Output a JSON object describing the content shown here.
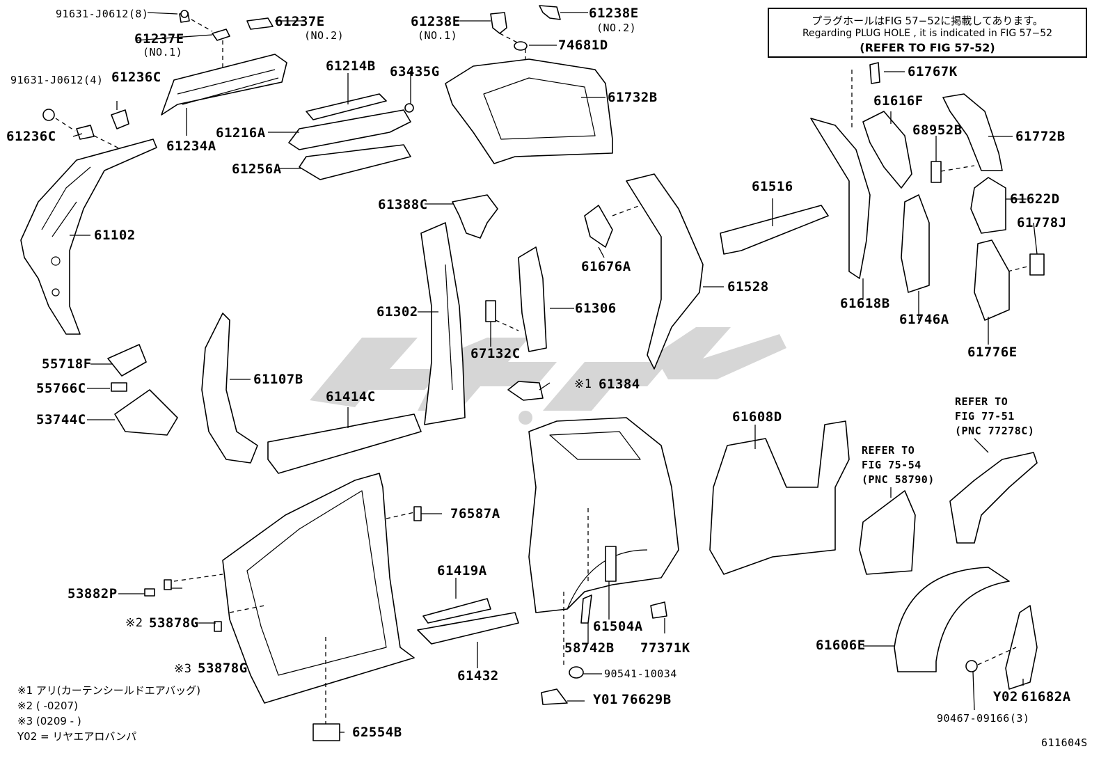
{
  "notice": {
    "line1": "プラグホールはFIG 57−52に掲載してあります。",
    "line2": "Regarding PLUG HOLE , it is indicated in FIG 57−52",
    "line3": "(REFER TO FIG 57-52)"
  },
  "labels": {
    "p91631_8": "91631-J0612(8)",
    "p61237E_a": "61237E",
    "p61237E_b": "61237E",
    "no2_a": "(NO.2)",
    "no1_a": "(NO.1)",
    "p61238E_a": "61238E",
    "p61238E_b": "61238E",
    "no1_b": "(NO.1)",
    "no2_b": "(NO.2)",
    "p74681D": "74681D",
    "p91631_4": "91631-J0612(4)",
    "p61236C_a": "61236C",
    "p61236C_b": "61236C",
    "p61214B": "61214B",
    "p63435G": "63435G",
    "p61732B": "61732B",
    "p61767K": "61767K",
    "p61616F": "61616F",
    "p68952B": "68952B",
    "p61772B": "61772B",
    "p61234A": "61234A",
    "p61216A": "61216A",
    "p61256A": "61256A",
    "p61102": "61102",
    "p61388C": "61388C",
    "p61516": "61516",
    "p61622D": "61622D",
    "p61778J": "61778J",
    "p61676A": "61676A",
    "p61528": "61528",
    "p61618B": "61618B",
    "p61746A": "61746A",
    "p61302": "61302",
    "p61306": "61306",
    "p67132C": "67132C",
    "p61776E": "61776E",
    "p55718F": "55718F",
    "p55766C": "55766C",
    "p53744C": "53744C",
    "p61107B": "61107B",
    "p61414C": "61414C",
    "mark1": "※1",
    "p61384": "61384",
    "p61608D": "61608D",
    "ref77_1": "REFER TO",
    "ref77_2": "FIG 77-51",
    "ref77_3": "(PNC 77278C)",
    "ref75_1": "REFER TO",
    "ref75_2": "FIG 75-54",
    "ref75_3": "(PNC 58790)",
    "p76587A": "76587A",
    "p61419A": "61419A",
    "p53882P": "53882P",
    "mark2": "※2",
    "p53878G_a": "53878G",
    "mark3": "※3",
    "p53878G_b": "53878G",
    "p61432": "61432",
    "p61504A": "61504A",
    "p58742B": "58742B",
    "p77371K": "77371K",
    "p61606E": "61606E",
    "p90541": "90541-10034",
    "y01": "Y01",
    "p76629B": "76629B",
    "y02": "Y02",
    "p61682A": "61682A",
    "p62554B": "62554B",
    "p90467": "90467-09166(3)",
    "fig_code": "611604S"
  },
  "footnotes": {
    "n1": "※1 アリ(カーテンシールドエアバッグ)",
    "n2": "※2 (     -0207)",
    "n3": "※3 (0209 -     )",
    "n4": "Y02 = リヤエアロバンパ"
  },
  "colors": {
    "line": "#000000",
    "watermark": "#d4d4d4"
  }
}
